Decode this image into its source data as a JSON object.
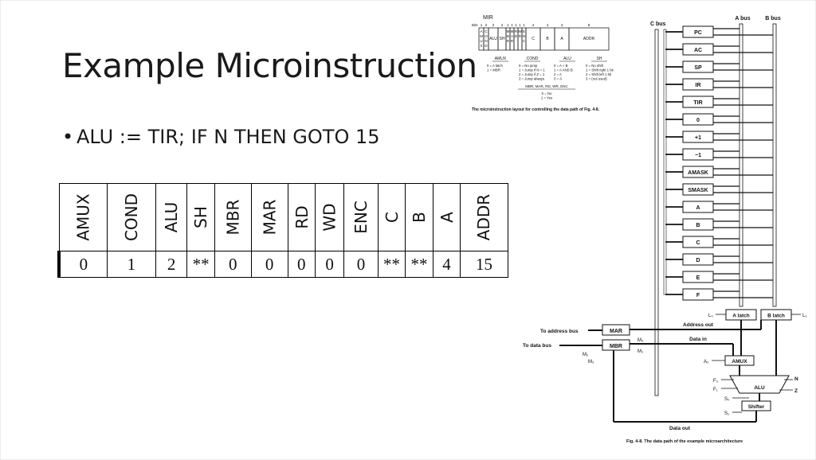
{
  "slide": {
    "title": "Example Microinstruction",
    "bullet": "ALU := TIR; IF N THEN GOTO 15"
  },
  "table": {
    "headers": [
      "AMUX",
      "COND",
      "ALU",
      "SH",
      "MBR",
      "MAR",
      "RD",
      "WD",
      "ENC",
      "C",
      "B",
      "A",
      "ADDR"
    ],
    "values": [
      "0",
      "1",
      "2",
      "**",
      "0",
      "0",
      "0",
      "0",
      "0",
      "**",
      "**",
      "4",
      "15"
    ]
  },
  "mir_figure": {
    "label": "MIR",
    "bits_label": "Bits",
    "field_cells": [
      {
        "label": "A M U X"
      },
      {
        "label": "C O N D"
      },
      {
        "label": "ALU"
      },
      {
        "label": "SH"
      },
      {
        "label": "M B R"
      },
      {
        "label": "M A R"
      },
      {
        "label": "R D"
      },
      {
        "label": "W R"
      },
      {
        "label": "E N C"
      },
      {
        "label": "C"
      },
      {
        "label": "B"
      },
      {
        "label": "A"
      },
      {
        "label": "ADDR"
      }
    ],
    "bit_counts": [
      "1",
      "2",
      "2",
      "2",
      "1",
      "1",
      "1",
      "1",
      "1",
      "4",
      "4",
      "4",
      "8"
    ],
    "legend": [
      {
        "head": "AMUX",
        "lines": [
          "0 = A latch",
          "1 = MBR"
        ]
      },
      {
        "head": "COND",
        "lines": [
          "0 = No jump",
          "1 = Jump if N = 1",
          "2 = Jump if Z = 1",
          "3 = Jump always"
        ]
      },
      {
        "head": "ALU",
        "lines": [
          "0 = A + B",
          "1 = A AND B",
          "2 = A",
          "3 = Ā"
        ]
      },
      {
        "head": "SH",
        "lines": [
          "0 = No shift",
          "1 = Shift right 1 bit",
          "2 = Shift left 1 bit",
          "3 = (not used)"
        ]
      }
    ],
    "flags_head": "MBR, MAR, RD, WR, ENC",
    "flags_lines": [
      "0 = No",
      "1 = Yes"
    ],
    "caption": "The microinstruction layout for controlling the data path of Fig. 4-8."
  },
  "datapath": {
    "c_bus": "C bus",
    "a_bus": "A bus",
    "b_bus": "B bus",
    "registers": [
      "PC",
      "AC",
      "SP",
      "IR",
      "TIR",
      "0",
      "+1",
      "−1",
      "AMASK",
      "SMASK",
      "A",
      "B",
      "C",
      "D",
      "E",
      "F"
    ],
    "a_latch": "A latch",
    "b_latch": "B latch",
    "l0": "L₀",
    "l1": "L₁",
    "mar": "MAR",
    "mbr": "MBR",
    "to_address_bus": "To address bus",
    "to_data_bus": "To data bus",
    "address_out": "Address out",
    "data_in": "Data in",
    "data_out": "Data out",
    "m0": "M₀",
    "m1": "M₁",
    "m2": "M₂",
    "m3": "M₃",
    "a0": "A₀",
    "amux": "AMUX",
    "f0": "F₀",
    "f1": "F₁",
    "alu": "ALU",
    "n": "N",
    "z": "Z",
    "s0": "S₀",
    "s1": "S₁",
    "shifter": "Shifter",
    "caption": "Fig. 4-8. The data path of the example microarchitecture"
  }
}
